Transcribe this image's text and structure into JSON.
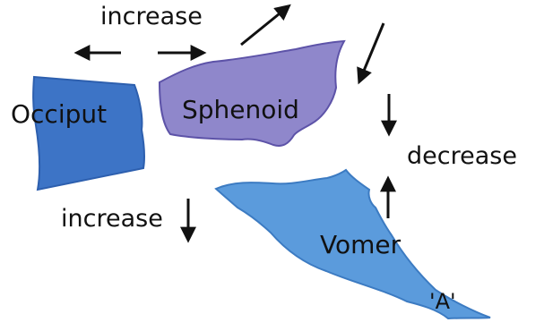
{
  "labels": {
    "occiput": "Occiput",
    "sphenoid": "Sphenoid",
    "vomer": "Vomer",
    "point_a": "'A'",
    "increase_top": "increase",
    "increase_bottom": "increase",
    "decrease": "decrease"
  },
  "colors": {
    "occiput": "#3d74c6",
    "sphenoid": "#8f87cb",
    "vomer": "#5b9bdc",
    "outline": "#2d5fae",
    "arrow": "#111111"
  }
}
